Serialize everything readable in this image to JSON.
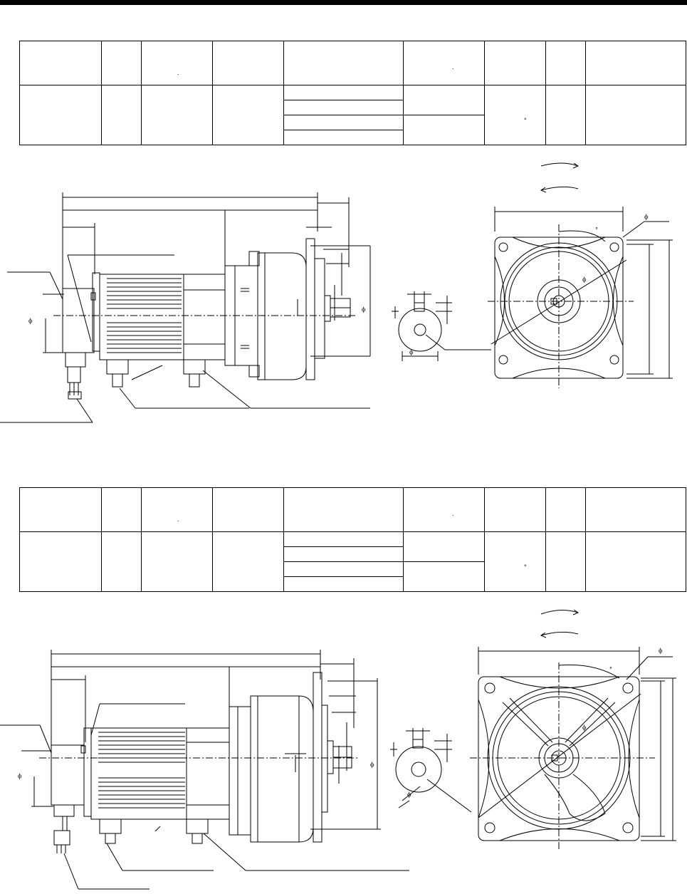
{
  "tables": [
    {
      "header_marks": [
        "",
        "",
        ".",
        "",
        "",
        ".",
        "",
        "",
        ""
      ],
      "body_marks": [
        "",
        "",
        "",
        "",
        "",
        "",
        "°",
        "",
        ""
      ]
    },
    {
      "header_marks": [
        "",
        "",
        ".",
        "",
        "",
        ".",
        "",
        "",
        ""
      ],
      "body_marks": [
        "",
        "",
        "",
        "",
        "",
        "",
        "°",
        "",
        ""
      ]
    }
  ],
  "drawings": [
    {
      "phi_marks": [
        "ϕ",
        "ϕ",
        "ϕ",
        "ϕ",
        "ϕ"
      ],
      "degree_mark": "°"
    },
    {
      "phi_marks": [
        "ϕ",
        "ϕ",
        "ϕ",
        "ϕ",
        "ϕ"
      ],
      "degree_mark": "°"
    }
  ]
}
